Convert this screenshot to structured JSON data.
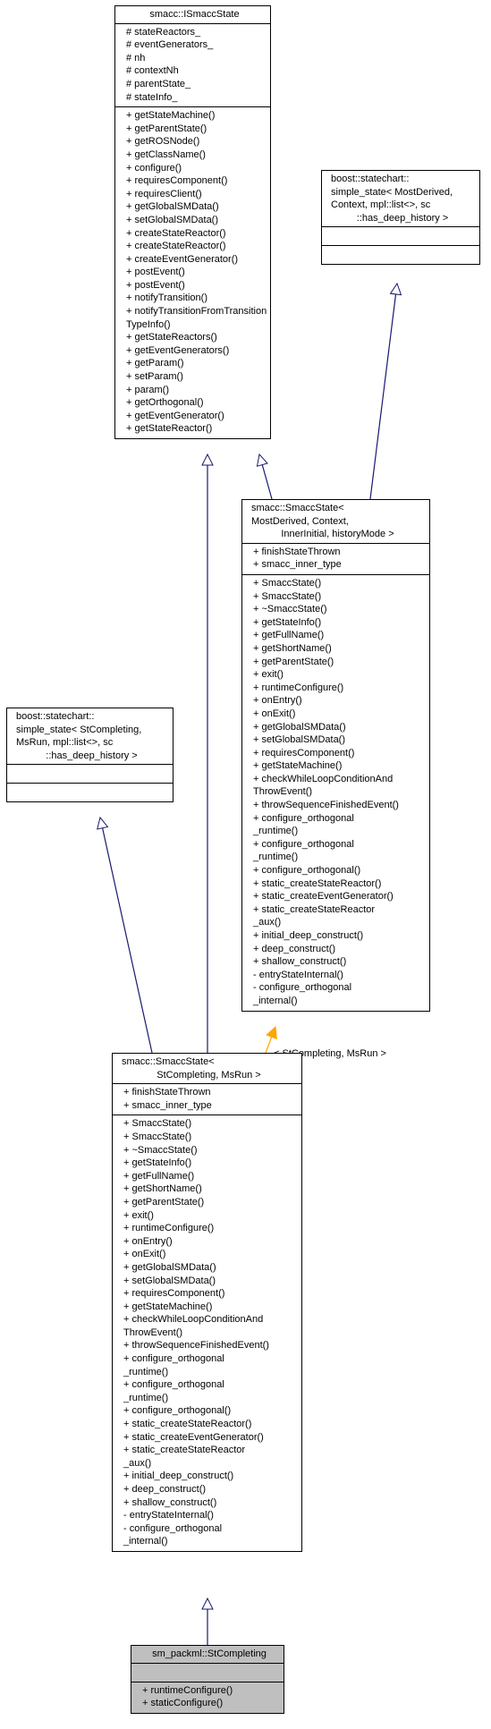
{
  "diagram": {
    "nodes": {
      "ismacc_state": {
        "title": [
          "smacc::ISmaccState"
        ],
        "attributes": [
          "# stateReactors_",
          "# eventGenerators_",
          "# nh",
          "# contextNh",
          "# parentState_",
          "# stateInfo_"
        ],
        "methods": [
          "+ getStateMachine()",
          "+ getParentState()",
          "+ getROSNode()",
          "+ getClassName()",
          "+ configure()",
          "+ requiresComponent()",
          "+ requiresClient()",
          "+ getGlobalSMData()",
          "+ setGlobalSMData()",
          "+ createStateReactor()",
          "+ createStateReactor()",
          "+ createEventGenerator()",
          "+ postEvent()",
          "+ postEvent()",
          "+ notifyTransition()",
          "+ notifyTransitionFromTransition",
          "TypeInfo()",
          "+ getStateReactors()",
          "+ getEventGenerators()",
          "+ getParam()",
          "+ setParam()",
          "+ param()",
          "+ getOrthogonal()",
          "+ getEventGenerator()",
          "+ getStateReactor()"
        ]
      },
      "boost_state_1": {
        "title": [
          "boost::statechart::",
          "simple_state< MostDerived,",
          "Context, mpl::list<>, sc",
          "::has_deep_history >"
        ]
      },
      "smacc_state_template": {
        "title": [
          "smacc::SmaccState<",
          "MostDerived, Context,",
          "InnerInitial, historyMode >"
        ],
        "attributes": [
          "+ finishStateThrown",
          "+ smacc_inner_type"
        ],
        "methods": [
          "+ SmaccState()",
          "+ SmaccState()",
          "+ ~SmaccState()",
          "+ getStateInfo()",
          "+ getFullName()",
          "+ getShortName()",
          "+ getParentState()",
          "+ exit()",
          "+ runtimeConfigure()",
          "+ onEntry()",
          "+ onExit()",
          "+ getGlobalSMData()",
          "+ setGlobalSMData()",
          "+ requiresComponent()",
          "+ getStateMachine()",
          "+ checkWhileLoopConditionAnd",
          "ThrowEvent()",
          "+ throwSequenceFinishedEvent()",
          "+ configure_orthogonal",
          "_runtime()",
          "+ configure_orthogonal",
          "_runtime()",
          "+ configure_orthogonal()",
          "+ static_createStateReactor()",
          "+ static_createEventGenerator()",
          "+ static_createStateReactor",
          "_aux()",
          "+ initial_deep_construct()",
          "+ deep_construct()",
          "+ shallow_construct()",
          "- entryStateInternal()",
          "- configure_orthogonal",
          "_internal()"
        ]
      },
      "boost_state_2": {
        "title": [
          "boost::statechart::",
          "simple_state< StCompleting,",
          "MsRun, mpl::list<>, sc",
          "::has_deep_history >"
        ]
      },
      "smacc_state_instance": {
        "title": [
          "smacc::SmaccState<",
          "StCompleting, MsRun >"
        ],
        "attributes": [
          "+ finishStateThrown",
          "+ smacc_inner_type"
        ],
        "methods": [
          "+ SmaccState()",
          "+ SmaccState()",
          "+ ~SmaccState()",
          "+ getStateInfo()",
          "+ getFullName()",
          "+ getShortName()",
          "+ getParentState()",
          "+ exit()",
          "+ runtimeConfigure()",
          "+ onEntry()",
          "+ onExit()",
          "+ getGlobalSMData()",
          "+ setGlobalSMData()",
          "+ requiresComponent()",
          "+ getStateMachine()",
          "+ checkWhileLoopConditionAnd",
          "ThrowEvent()",
          "+ throwSequenceFinishedEvent()",
          "+ configure_orthogonal",
          "_runtime()",
          "+ configure_orthogonal",
          "_runtime()",
          "+ configure_orthogonal()",
          "+ static_createStateReactor()",
          "+ static_createEventGenerator()",
          "+ static_createStateReactor",
          "_aux()",
          "+ initial_deep_construct()",
          "+ deep_construct()",
          "+ shallow_construct()",
          "- entryStateInternal()",
          "- configure_orthogonal",
          "_internal()"
        ]
      },
      "st_completing": {
        "title": [
          "sm_packml::StCompleting"
        ],
        "methods": [
          "+ runtimeConfigure()",
          "+ staticConfigure()"
        ]
      }
    },
    "template_binding_label": "< StCompleting, MsRun >",
    "colors": {
      "inheritance_edge": "#191970",
      "template_edge": "#ffa500",
      "highlight_fill": "#bfbfbf",
      "node_border": "#000000"
    }
  }
}
